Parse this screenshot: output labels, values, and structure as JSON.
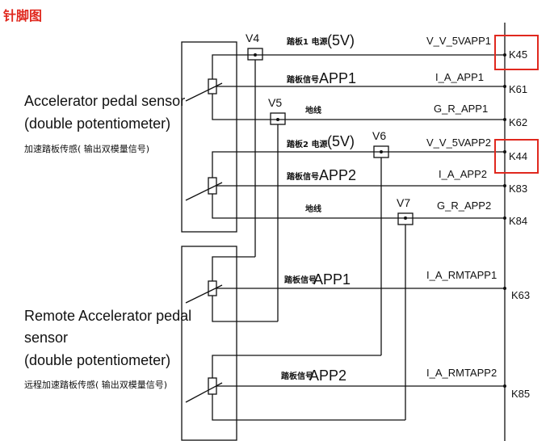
{
  "title": "针脚图",
  "sensors": {
    "top": {
      "line1": "Accelerator pedal sensor",
      "line2": "(double potentiometer)",
      "sub": "加速踏板传感( 输出双模量信号)"
    },
    "bottom": {
      "line1": "Remote Accelerator pedal",
      "line2": "sensor",
      "line3": "(double potentiometer)",
      "sub": "远程加速踏板传感( 输出双模量信号)"
    }
  },
  "voltage_nodes": [
    "V4",
    "V5",
    "V6",
    "V7"
  ],
  "wires": [
    {
      "cn": "踏板1 电源",
      "big": "(5V)",
      "name": "V_V_5VAPP1",
      "pin": "K45",
      "highlight": true
    },
    {
      "cn": "踏板信号",
      "big": "APP1",
      "name": "I_A_APP1",
      "pin": "K61",
      "highlight": false
    },
    {
      "cn": "地线",
      "big": "",
      "name": "G_R_APP1",
      "pin": "K62",
      "highlight": false
    },
    {
      "cn": "踏板2 电源",
      "big": "(5V)",
      "name": "V_V_5VAPP2",
      "pin": "K44",
      "highlight": true
    },
    {
      "cn": "踏板信号",
      "big": "APP2",
      "name": "I_A_APP2",
      "pin": "K83",
      "highlight": false
    },
    {
      "cn": "地线",
      "big": "",
      "name": "G_R_APP2",
      "pin": "K84",
      "highlight": false
    },
    {
      "cn": "踏板信号",
      "big": "APP1",
      "name": "I_A_RMTAPP1",
      "pin": "K63",
      "highlight": false
    },
    {
      "cn": "踏板信号",
      "big": "APP2",
      "name": "I_A_RMTAPP2",
      "pin": "K85",
      "highlight": false
    }
  ],
  "colors": {
    "highlight": "#e0281e",
    "line": "#111111",
    "title": "#e0281e"
  }
}
